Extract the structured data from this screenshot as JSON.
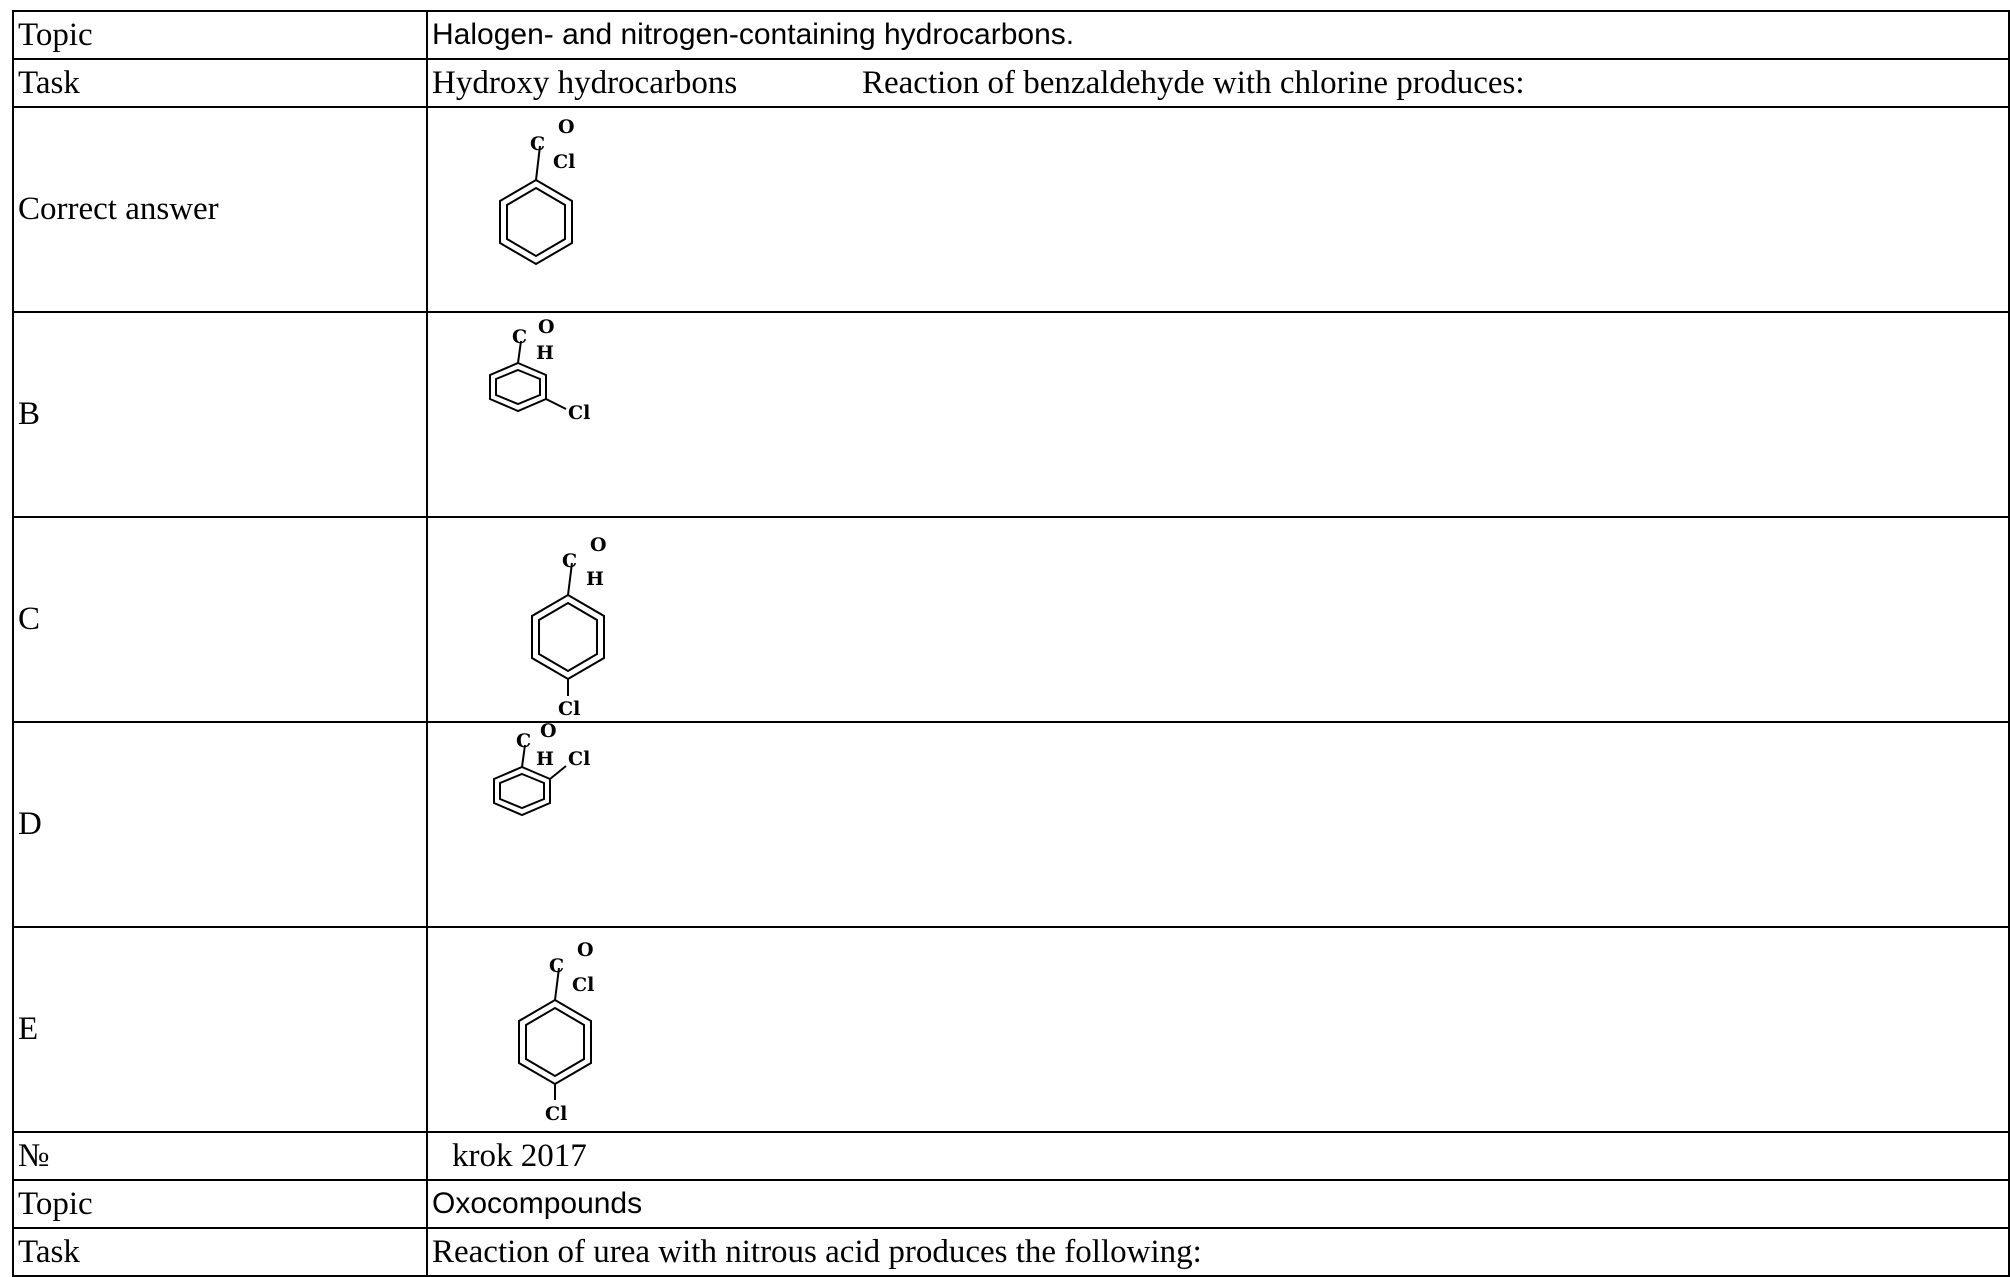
{
  "rows": {
    "topic1": {
      "label": "Topic",
      "value": "Halogen- and nitrogen-containing hydrocarbons."
    },
    "task1": {
      "label": "Task",
      "category": "Hydroxy hydrocarbons",
      "question": "Reaction of benzaldehyde with chlorine produces:"
    },
    "correct": {
      "label": "Correct answer",
      "atoms": {
        "c": "C",
        "o": "O",
        "sub": "Cl"
      }
    },
    "b": {
      "label": "B",
      "atoms": {
        "c": "C",
        "o": "O",
        "h": "H",
        "ring_sub": "Cl"
      }
    },
    "c": {
      "label": "C",
      "atoms": {
        "c": "C",
        "o": "O",
        "h": "H",
        "ring_sub": "Cl"
      }
    },
    "d": {
      "label": "D",
      "atoms": {
        "c": "C",
        "o": "O",
        "h": "H",
        "ring_sub": "Cl"
      }
    },
    "e": {
      "label": "E",
      "atoms": {
        "c": "C",
        "o": "O",
        "sub": "Cl",
        "ring_sub": "Cl"
      }
    },
    "number": {
      "label": "№",
      "value": "krok  2017"
    },
    "topic2": {
      "label": "Topic",
      "value": "Oxocompounds"
    },
    "task2": {
      "label": "Task",
      "question": "Reaction of urea with nitrous acid produces the following:"
    }
  }
}
